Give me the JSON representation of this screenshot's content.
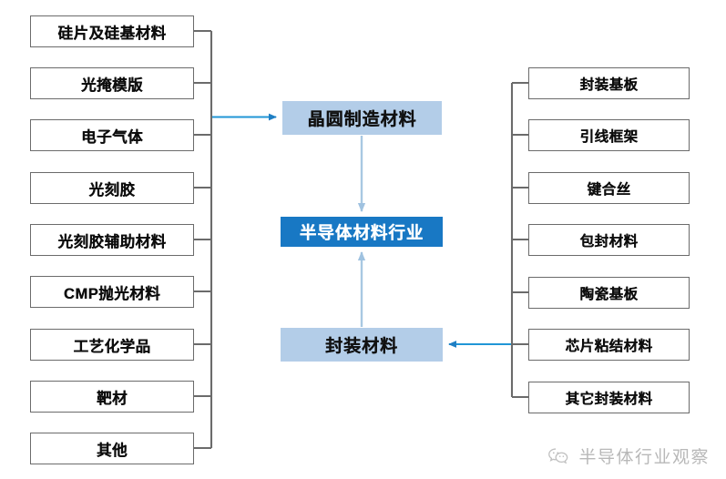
{
  "diagram": {
    "title": "半导体材料行业",
    "colors": {
      "primary_blue": "#1878c4",
      "light_blue": "#b3cde8",
      "arrow_blue": "#2196d6",
      "connector_gray": "#6b6b6b",
      "box_border": "#6b6b6b"
    },
    "center": {
      "top_label": "晶圆制造材料",
      "core_label": "半导体材料行业",
      "bottom_label": "封装材料"
    },
    "left_branch": {
      "group_label": "晶圆制造材料",
      "items": [
        {
          "label": "硅片及硅基材料"
        },
        {
          "label": "光掩模版"
        },
        {
          "label": "电子气体"
        },
        {
          "label": "光刻胶"
        },
        {
          "label": "光刻胶辅助材料"
        },
        {
          "label": "CMP抛光材料"
        },
        {
          "label": "工艺化学品"
        },
        {
          "label": "靶材"
        },
        {
          "label": "其他"
        }
      ]
    },
    "right_branch": {
      "group_label": "封装材料",
      "items": [
        {
          "label": "封装基板"
        },
        {
          "label": "引线框架"
        },
        {
          "label": "键合丝"
        },
        {
          "label": "包封材料"
        },
        {
          "label": "陶瓷基板"
        },
        {
          "label": "芯片粘结材料"
        },
        {
          "label": "其它封装材料"
        }
      ]
    },
    "watermark": {
      "text": "半导体行业观察",
      "icon": "wechat-icon"
    }
  }
}
